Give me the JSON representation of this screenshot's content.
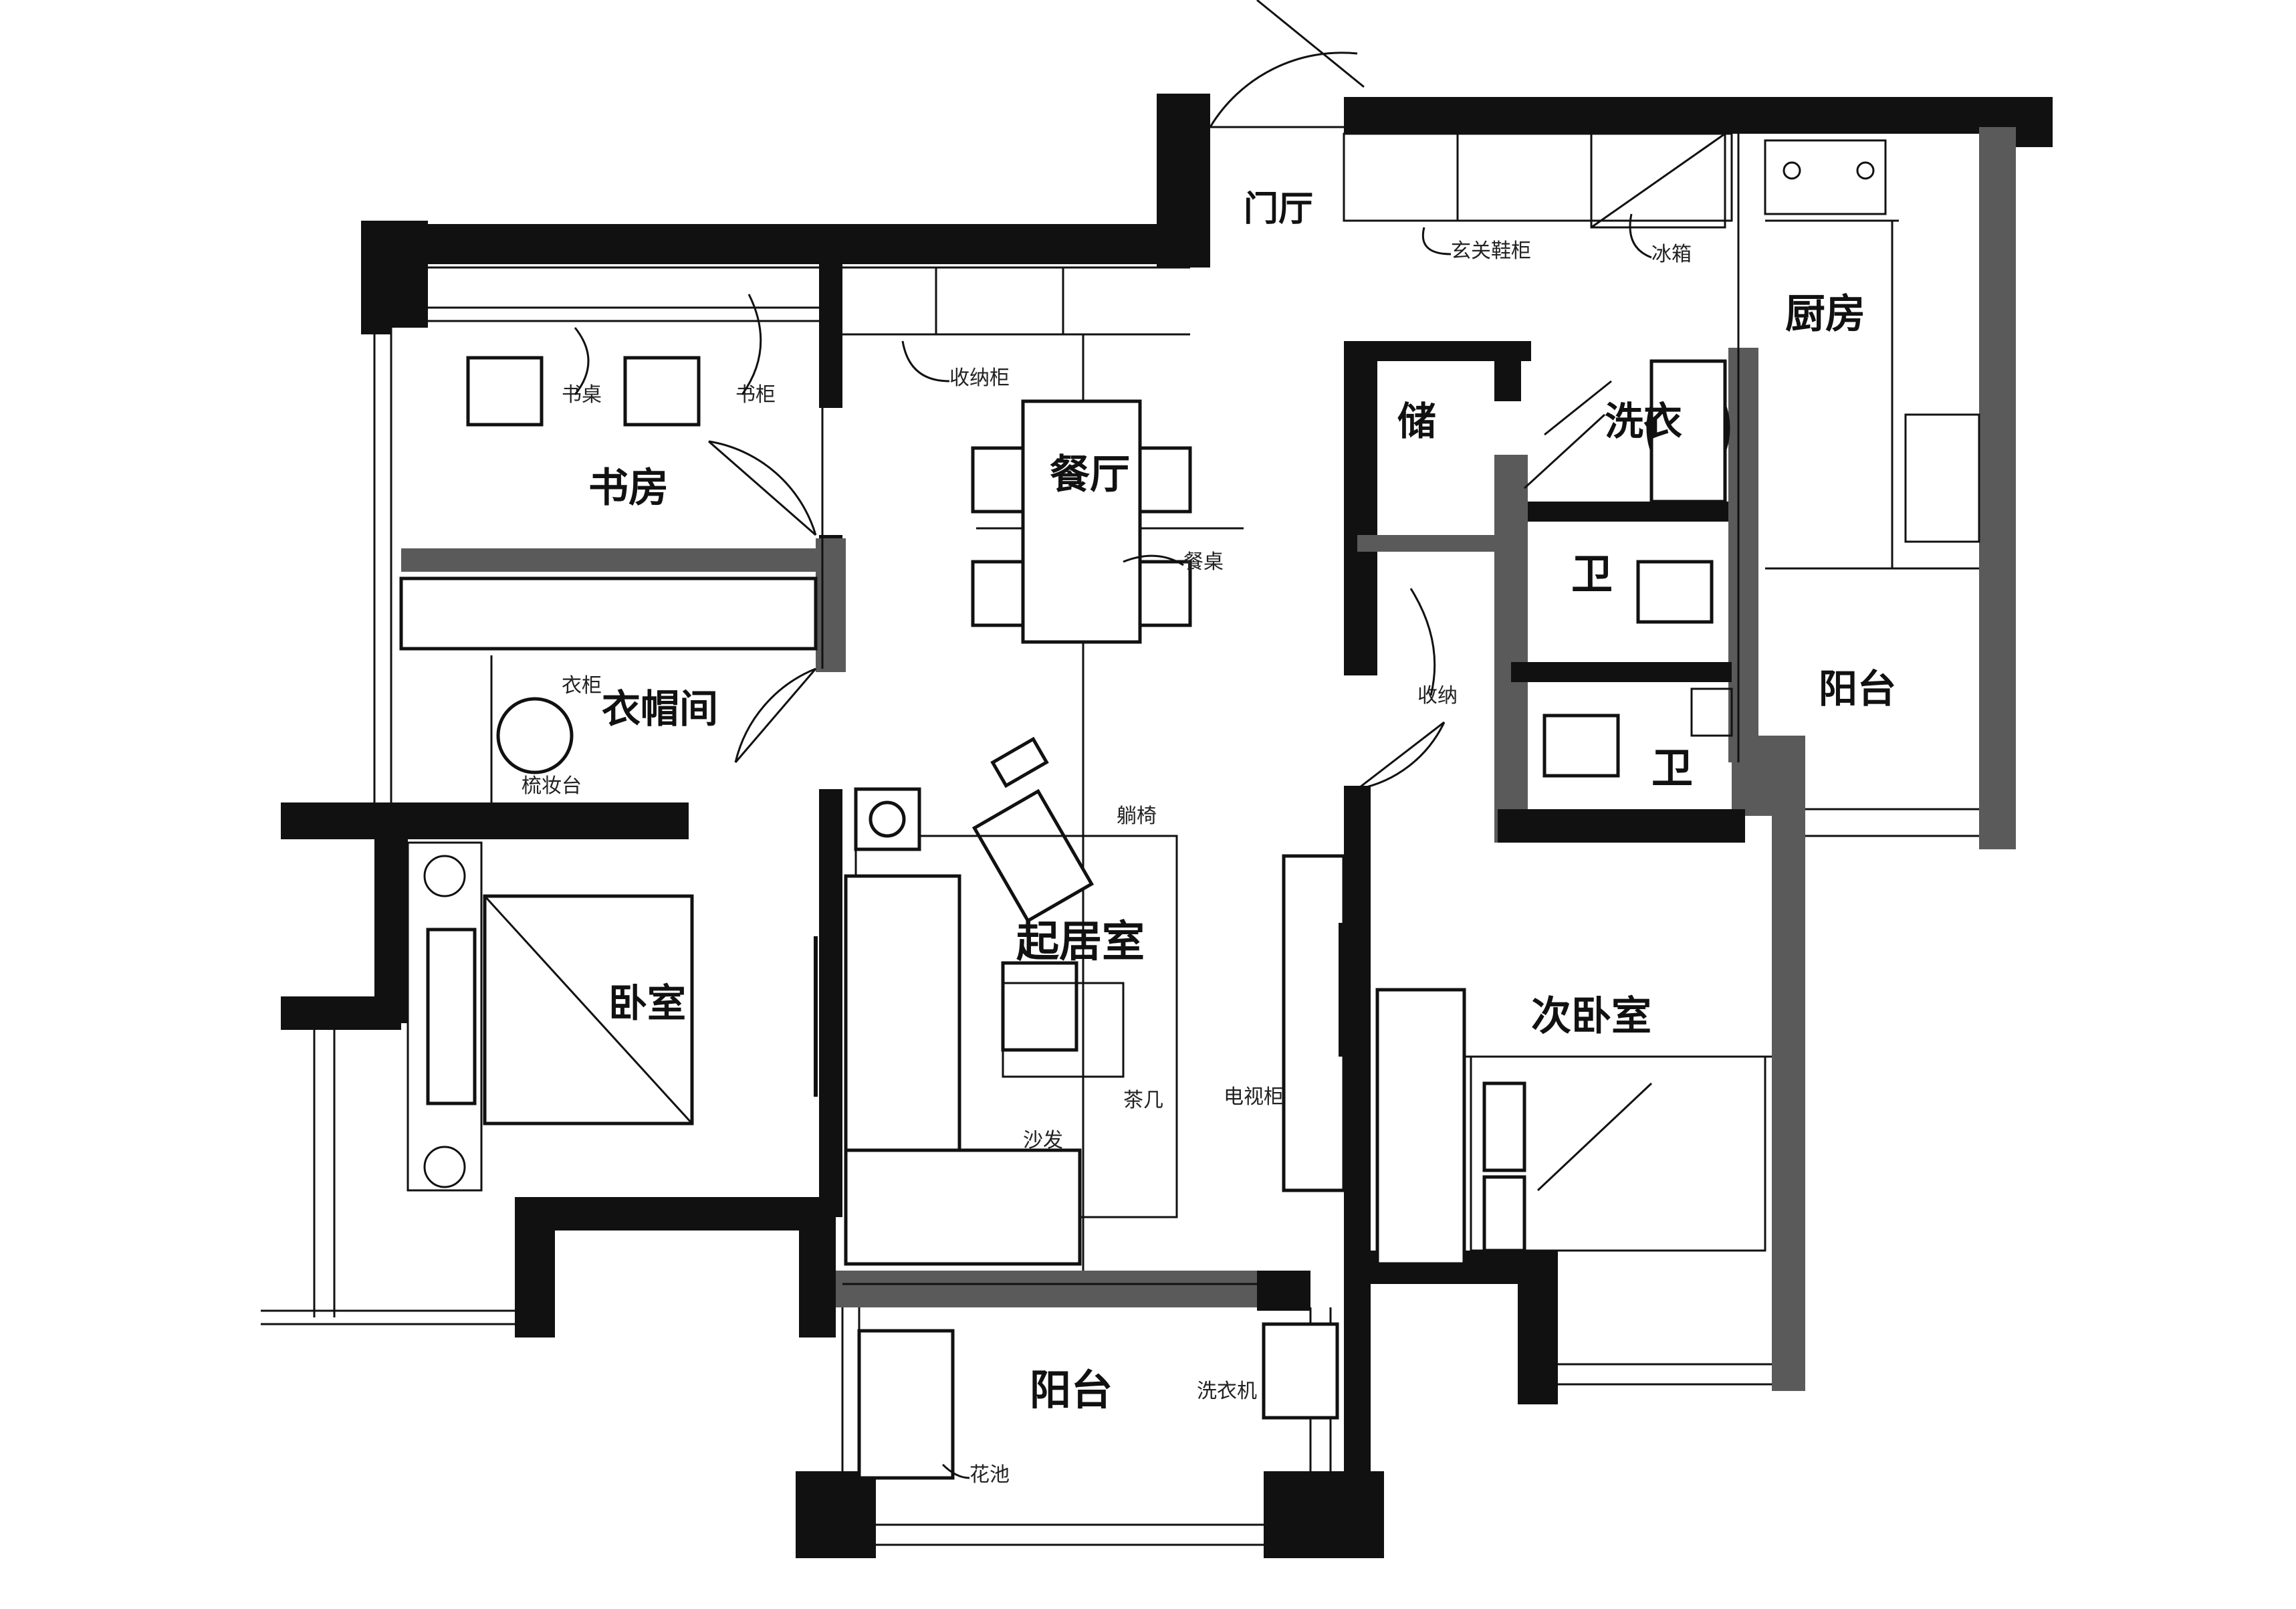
{
  "rooms": {
    "entry": "门厅",
    "dining": "餐厅",
    "study": "书房",
    "cloak": "衣帽间",
    "bedroom": "卧室",
    "living": "起居室",
    "balcony_south": "阳台",
    "kitchen": "厨房",
    "balcony_east": "阳台",
    "master": "次卧室",
    "bath1": "卫",
    "bath2": "卫",
    "laundry": "洗衣",
    "storage": "储"
  },
  "notes": {
    "shoe_cabinet": "玄关鞋柜",
    "fridge": "冰箱",
    "tall_cabinet": "收纳柜",
    "desk": "书桌",
    "bookshelf": "书柜",
    "wardrobe": "衣柜",
    "makeup": "梳妆台",
    "lounge": "躺椅",
    "table": "餐桌",
    "tea_table": "茶几",
    "sofa": "沙发",
    "tv": "电视柜",
    "storage_cab": "收纳",
    "washer": "洗衣机",
    "planter": "花池"
  }
}
